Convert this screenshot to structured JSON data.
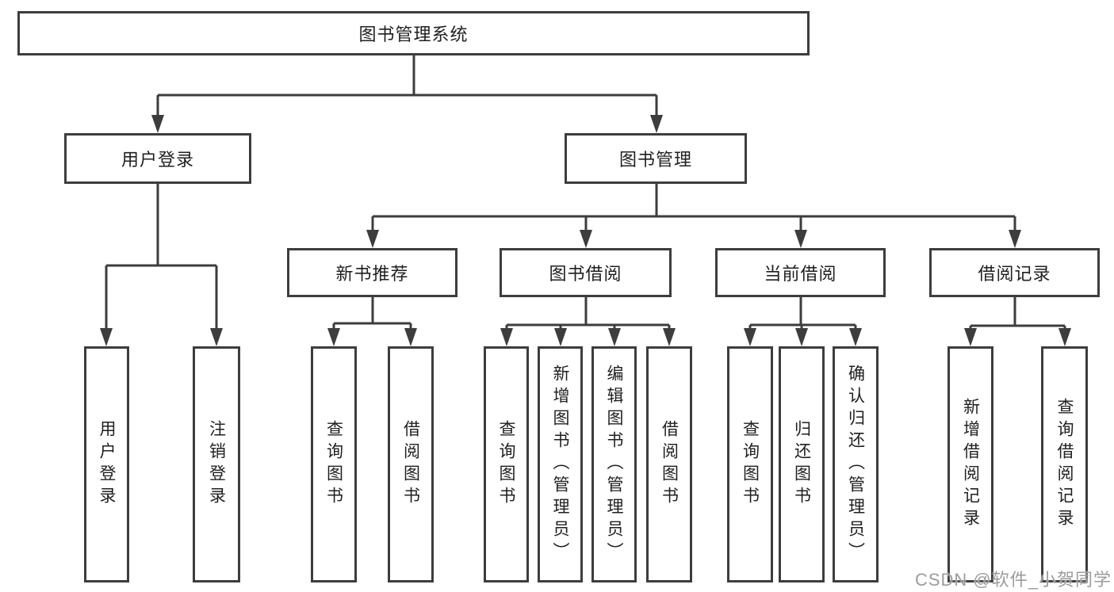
{
  "diagram": {
    "root": {
      "label": "图书管理系统"
    },
    "branches": [
      {
        "label": "用户登录",
        "children": [
          {
            "label": "用户登录"
          },
          {
            "label": "注销登录"
          }
        ]
      },
      {
        "label": "图书管理",
        "groups": [
          {
            "label": "新书推荐",
            "children": [
              {
                "label": "查询图书"
              },
              {
                "label": "借阅图书"
              }
            ]
          },
          {
            "label": "图书借阅",
            "children": [
              {
                "label": "查询图书"
              },
              {
                "label": "新增图书（管理员）"
              },
              {
                "label": "编辑图书（管理员）"
              },
              {
                "label": "借阅图书"
              }
            ]
          },
          {
            "label": "当前借阅",
            "children": [
              {
                "label": "查询图书"
              },
              {
                "label": "归还图书"
              },
              {
                "label": "确认归还（管理员）"
              }
            ]
          },
          {
            "label": "借阅记录",
            "children": [
              {
                "label": "新增借阅记录"
              },
              {
                "label": "查询借阅记录"
              }
            ]
          }
        ]
      }
    ]
  },
  "watermark": {
    "text": "CSDN @软件_小贺同学"
  },
  "colors": {
    "line": "#3d3d3d",
    "text": "#1f1f1f",
    "watermark": "#9c9c9c",
    "background": "#ffffff"
  }
}
